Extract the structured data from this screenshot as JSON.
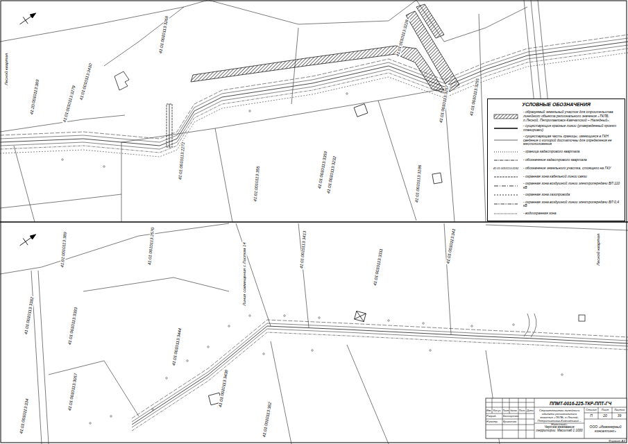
{
  "diagram": {
    "labels": [
      "Лесной квартал",
      "41:20:0010113:389",
      "41:01:0010113:3279",
      "41:01:0010113:3410",
      "41:01:0010113:3268",
      "41:01:0010113:2272",
      "41:01:0010113:355",
      "41:01:0010113:3359",
      "41:01:0010113:3232",
      "41:01:0010113:3186",
      "41:01:0010113:3228",
      "41:01:0010113:3257",
      "41:01:0010113:3255",
      "41:01:0010113:389",
      "41:01:0010113:2570",
      "41:01:0010113:3444",
      "41:01:0010113:3413",
      "41:01:0010113:3311",
      "41:01:0010113:341",
      "41:01:0010113:3392",
      "41:01:0010113:3393",
      "41:01:0010113:3057",
      "41:01:0010113:334",
      "41:01:0010113:3438",
      "41:01:0010113:382",
      "Лесной квартал",
      "Линия совмещения с Листом 14",
      "41:01:0010113:3182",
      "Изм.",
      "Кол.уч.",
      "Лист",
      "№док.",
      "Подп.",
      "Дата",
      "Разраб.",
      "Бондаренко",
      "Н.контр.",
      "Кравченко",
      "ППМТ-0016-225-ТКР-ППТ-ГЧ",
      "Строительство линейного объекта регионального значения «ТКЛБ, п.Лесной, Петропавловск-Камчатский – Наледный»",
      "Чертеж межевания территории. Масштаб 1:1000",
      "Стадия",
      "Лист",
      "Листов",
      "П",
      "20",
      "39",
      "ООО «Инженерный консалтинг»",
      "Формат А3",
      "УСЛОВНЫЕ ОБОЗНАЧЕНИЯ"
    ],
    "legend": [
      {
        "text": "- образуемый земельный участок для строительства линейного объекта регионального значения «ТКЛБ, п.Лесной, Петропавловск-Камчатский – Наледный»"
      },
      {
        "text": "- существующие красные линии (утвержденный проект планировки)"
      },
      {
        "text": "- существующая часть границы, имеющиеся в ГКН сведения о которой достаточны для определения ее местоположения"
      },
      {
        "text": "- граница кадастрового квартала"
      },
      {
        "text": "- обозначение кадастрового квартала"
      },
      {
        "text": "- обозначение земельного участка, стоящего на ГКУ"
      },
      {
        "text": "- охранная зона кабельной линии связи"
      },
      {
        "text": "- охранная зона воздушной линии электропередачи ВЛ 110 кВ"
      },
      {
        "text": "- охранная зона газопровода"
      },
      {
        "text": "- охранная зона воздушной линии электропередачи ВЛ 0,4 кВ"
      },
      {
        "text": "- водоохранная зона"
      }
    ]
  }
}
